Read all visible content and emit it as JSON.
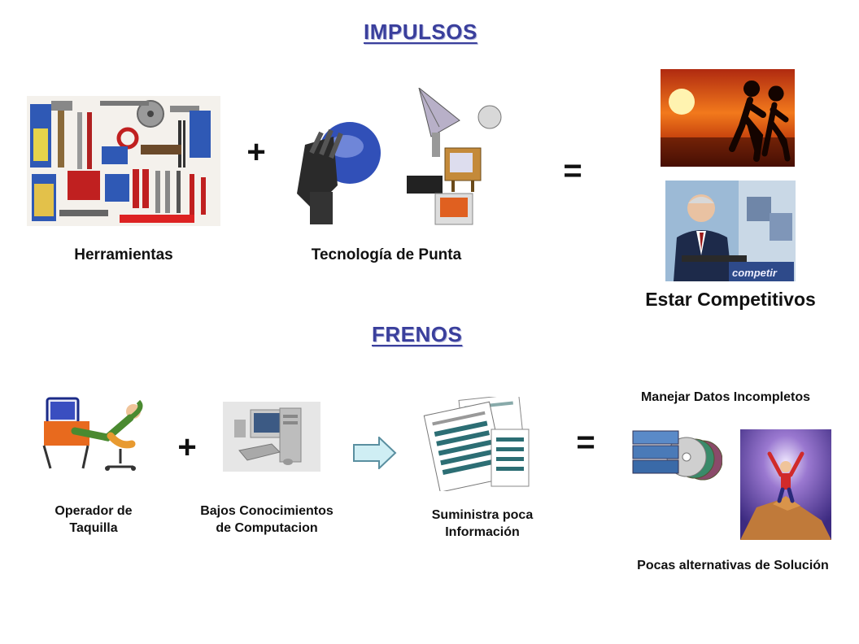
{
  "impulsos": {
    "heading": "IMPULSOS",
    "items": [
      "Herramientas",
      "Tecnología de Punta"
    ],
    "operators": [
      "+",
      "="
    ],
    "result": "Estar Competitivos",
    "competir_logo": "competir"
  },
  "frenos": {
    "heading": "FRENOS",
    "items": [
      "Operador de\nTaquilla",
      "Bajos Conocimientos\nde Computacion",
      "Suministra poca\nInformación"
    ],
    "operators": [
      "+",
      "="
    ],
    "result_top": "Manejar Datos Incompletos",
    "result_bottom": "Pocas alternativas de Solución"
  }
}
